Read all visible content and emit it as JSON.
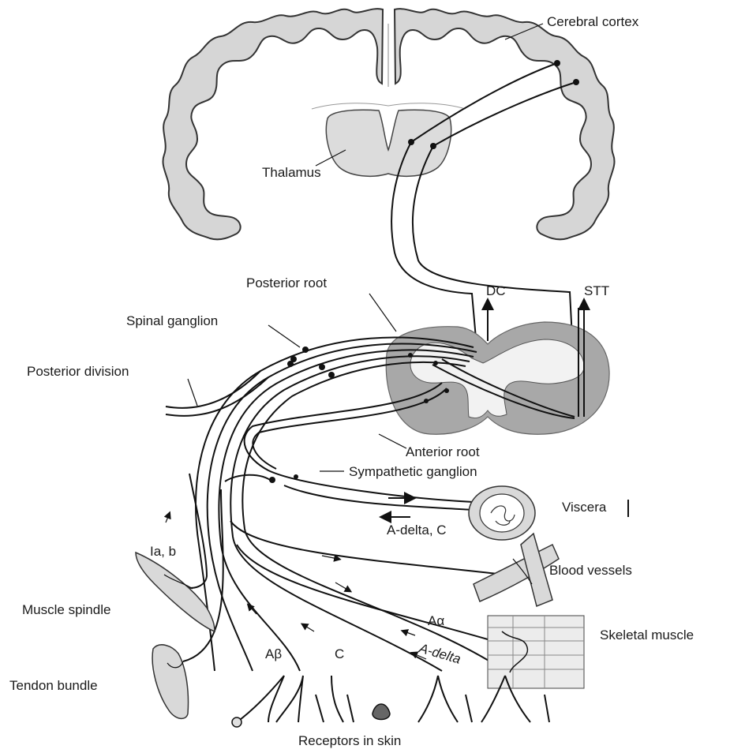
{
  "labels": {
    "cerebral_cortex": "Cerebral cortex",
    "thalamus": "Thalamus",
    "posterior_root": "Posterior root",
    "dc": "DC",
    "stt": "STT",
    "spinal_ganglion": "Spinal ganglion",
    "posterior_division": "Posterior division",
    "anterior_root": "Anterior root",
    "sympathetic_ganglion": "Sympathetic ganglion",
    "viscera": "Viscera",
    "a_delta_c": "A-delta, C",
    "ia_b": "Ia, b",
    "blood_vessels": "Blood vessels",
    "muscle_spindle": "Muscle spindle",
    "a_alpha": "Aα",
    "skeletal_muscle": "Skeletal muscle",
    "a_beta": "Aβ",
    "c": "C",
    "a_delta": "A-delta",
    "tendon_bundle": "Tendon bundle",
    "receptors_in_skin": "Receptors in skin"
  }
}
